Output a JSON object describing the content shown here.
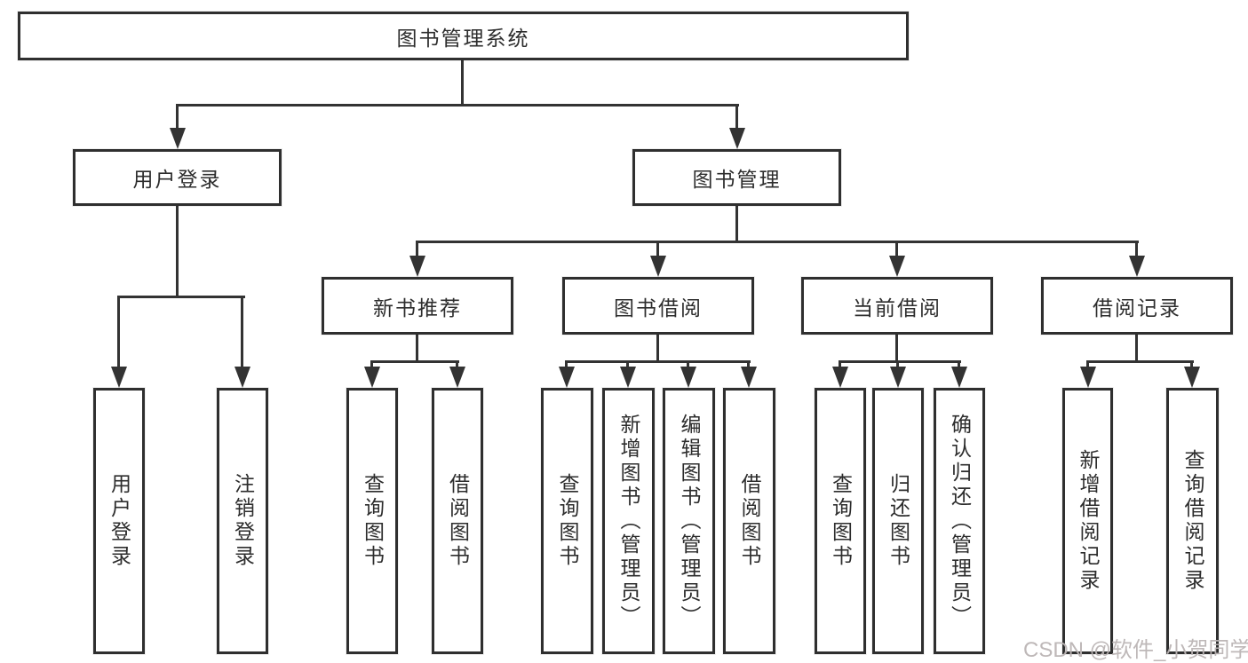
{
  "title": "图书管理系统",
  "nodes": {
    "root": "图书管理系统",
    "user_login": "用户登录",
    "book_mgmt": "图书管理",
    "new_book_rec": "新书推荐",
    "book_borrow": "图书借阅",
    "current_borrow": "当前借阅",
    "borrow_record": "借阅记录",
    "leaf_user_login": "用户登录",
    "leaf_logout": "注销登录",
    "leaf_query_book_a": "查询图书",
    "leaf_borrow_book_a": "借阅图书",
    "leaf_query_book_b": "查询图书",
    "leaf_add_book": "新增图书（管理员）",
    "leaf_edit_book": "编辑图书（管理员）",
    "leaf_borrow_book_b": "借阅图书",
    "leaf_query_book_c": "查询图书",
    "leaf_return_book": "归还图书",
    "leaf_confirm_return": "确认归还（管理员）",
    "leaf_add_record": "新增借阅记录",
    "leaf_query_record": "查询借阅记录"
  },
  "hierarchy": {
    "图书管理系统": {
      "用户登录": [
        "用户登录",
        "注销登录"
      ],
      "图书管理": {
        "新书推荐": [
          "查询图书",
          "借阅图书"
        ],
        "图书借阅": [
          "查询图书",
          "新增图书（管理员）",
          "编辑图书（管理员）",
          "借阅图书"
        ],
        "当前借阅": [
          "查询图书",
          "归还图书",
          "确认归还（管理员）"
        ],
        "借阅记录": [
          "新增借阅记录",
          "查询借阅记录"
        ]
      }
    }
  },
  "colors": {
    "line": "#333333",
    "box_border": "#2f2f2f",
    "text": "#2d2d2d",
    "watermark": "#bab4b4"
  },
  "watermark": "CSDN @软件_小贺同学"
}
